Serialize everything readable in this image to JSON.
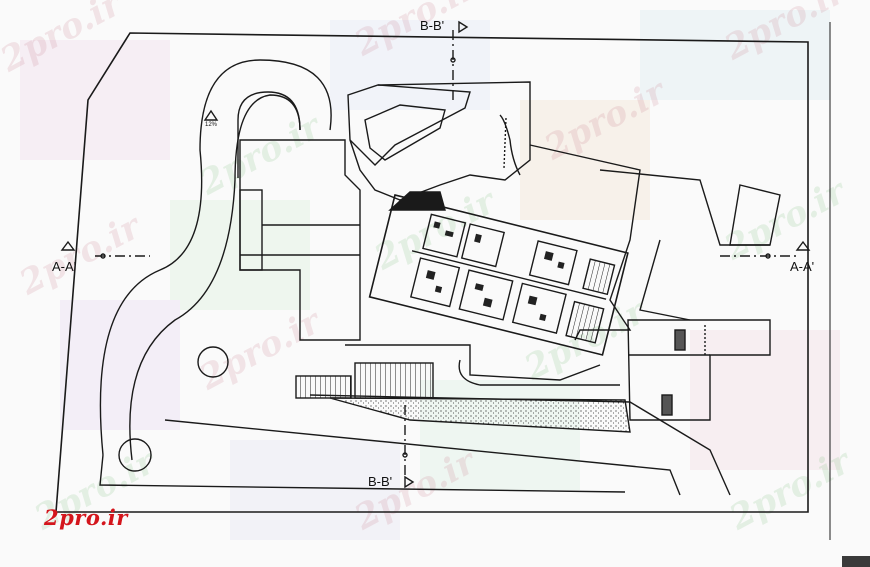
{
  "watermark": "2pro.ir",
  "brand": "2pro.ir",
  "section_labels": {
    "top": "B-B'",
    "bottom": "B-B'",
    "left": "A-A'",
    "right": "A-A'"
  },
  "slope_label": "12%"
}
